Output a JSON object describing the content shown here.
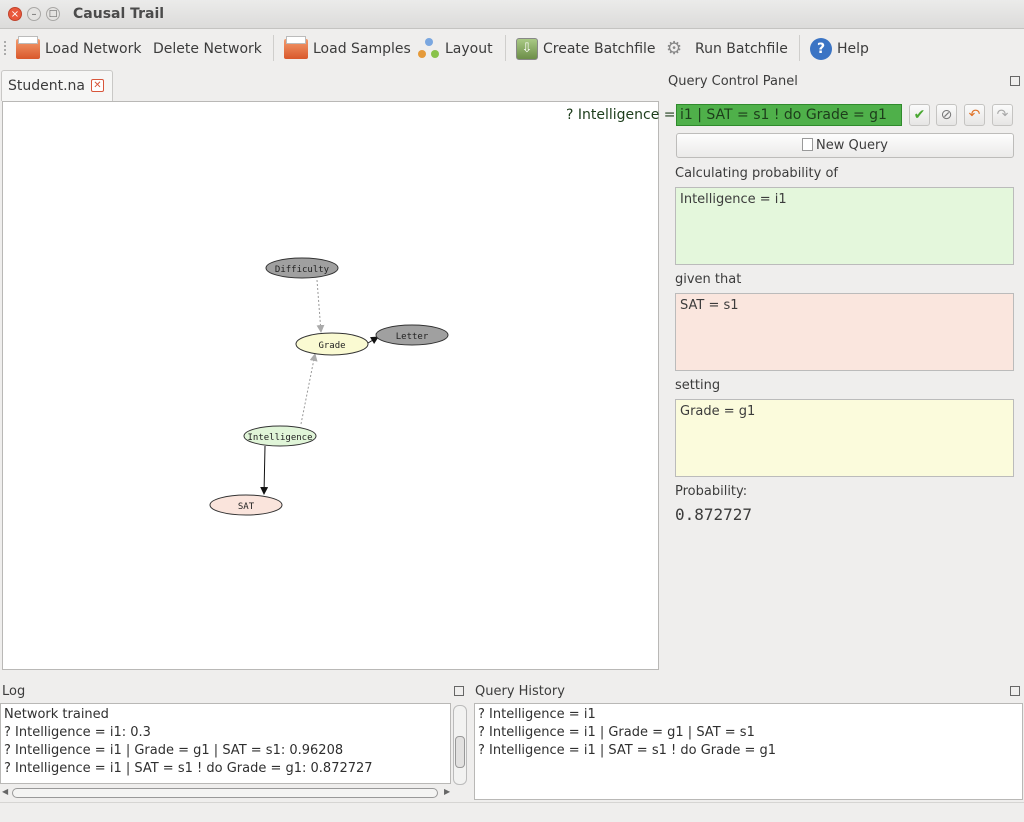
{
  "window": {
    "title": "Causal Trail"
  },
  "toolbar": {
    "load_network": "Load Network",
    "delete_network": "Delete Network",
    "load_samples": "Load Samples",
    "layout": "Layout",
    "create_batchfile": "Create Batchfile",
    "run_batchfile": "Run Batchfile",
    "help": "Help"
  },
  "tab": {
    "label": "Student.na"
  },
  "graph": {
    "nodes": [
      {
        "label": "Difficulty",
        "fill": "#a0a0a0"
      },
      {
        "label": "Grade",
        "fill": "#fafad2"
      },
      {
        "label": "Letter",
        "fill": "#a0a0a0"
      },
      {
        "label": "Intelligence",
        "fill": "#e0f5d8"
      },
      {
        "label": "SAT",
        "fill": "#fae4dc"
      }
    ]
  },
  "query_panel": {
    "title": "Query Control Panel",
    "query_text": "? Intelligence = i1 | SAT = s1 ! do Grade = g1",
    "new_query_label": "New Query",
    "calc_label": "Calculating probability of",
    "target": "Intelligence = i1",
    "given_label": "given that",
    "given": "SAT = s1",
    "setting_label": "setting",
    "setting": "Grade = g1",
    "prob_label": "Probability:",
    "prob_value": "0.872727"
  },
  "colors": {
    "target_bg": "#e4f7dc",
    "given_bg": "#fae6de",
    "setting_bg": "#fbfbdc",
    "query_bg": "#4fb04a"
  },
  "log": {
    "title": "Log",
    "lines": [
      "Network trained",
      "? Intelligence = i1: 0.3",
      "? Intelligence = i1 | Grade = g1 | SAT = s1: 0.96208",
      "? Intelligence = i1 | SAT = s1 ! do Grade = g1: 0.872727"
    ]
  },
  "history": {
    "title": "Query History",
    "lines": [
      "? Intelligence = i1",
      "? Intelligence = i1 | Grade = g1 | SAT = s1",
      "? Intelligence = i1 | SAT = s1 ! do Grade = g1"
    ]
  }
}
